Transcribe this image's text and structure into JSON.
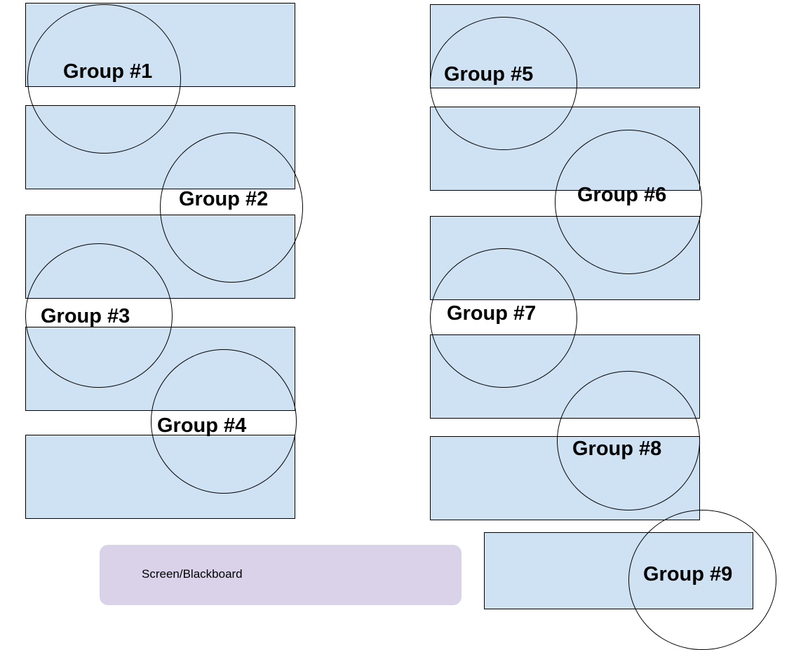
{
  "colors": {
    "table_fill": "#cfe2f3",
    "screen_fill": "#d9d2e9",
    "outline": "#000000"
  },
  "groups": [
    {
      "label": "Group #1"
    },
    {
      "label": "Group #2"
    },
    {
      "label": "Group #3"
    },
    {
      "label": "Group #4"
    },
    {
      "label": "Group #5"
    },
    {
      "label": "Group #6"
    },
    {
      "label": "Group #7"
    },
    {
      "label": "Group #8"
    },
    {
      "label": "Group #9"
    }
  ],
  "screen": {
    "label": "Screen/Blackboard"
  }
}
